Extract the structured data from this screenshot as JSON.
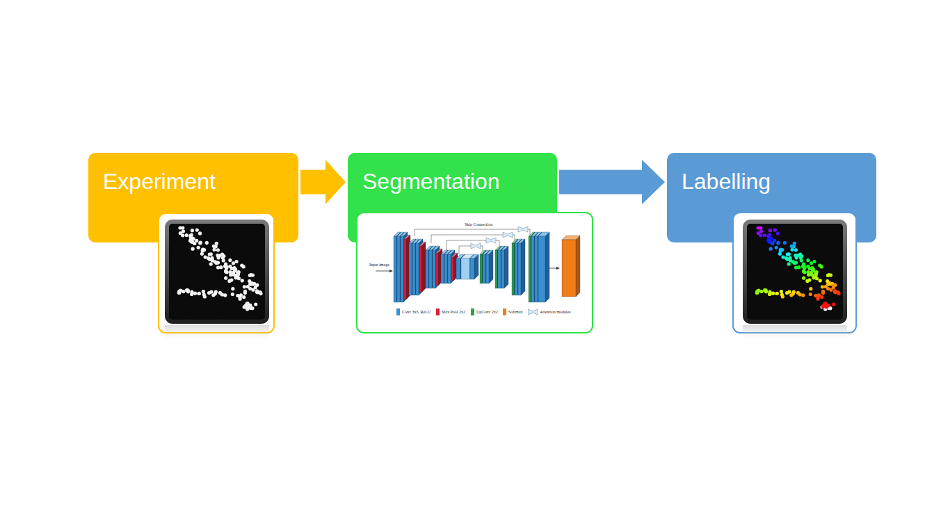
{
  "diagram": {
    "nodes": [
      {
        "text": [
          "Experiment"
        ]
      },
      {
        "text": [
          "Segmentation"
        ]
      },
      {
        "text": [
          "Labelling"
        ]
      }
    ],
    "edges": [
      {
        "from": 0,
        "to": 1,
        "arrow": "to"
      },
      {
        "from": 1,
        "to": 2,
        "arrow": "to"
      }
    ],
    "labels": [
      "Skip Connection",
      "Input image"
    ],
    "legend": [
      {
        "text": "Conv 3x3, ReLU",
        "color": "#3a8fd0"
      },
      {
        "text": "Max Pool 2x2",
        "color": "#d6203a"
      },
      {
        "text": "UpConv 2x2",
        "color": "#2e9e4a"
      },
      {
        "text": "Softmax",
        "color": "#f07d1a"
      },
      {
        "text": "Attention modules"
      }
    ]
  }
}
